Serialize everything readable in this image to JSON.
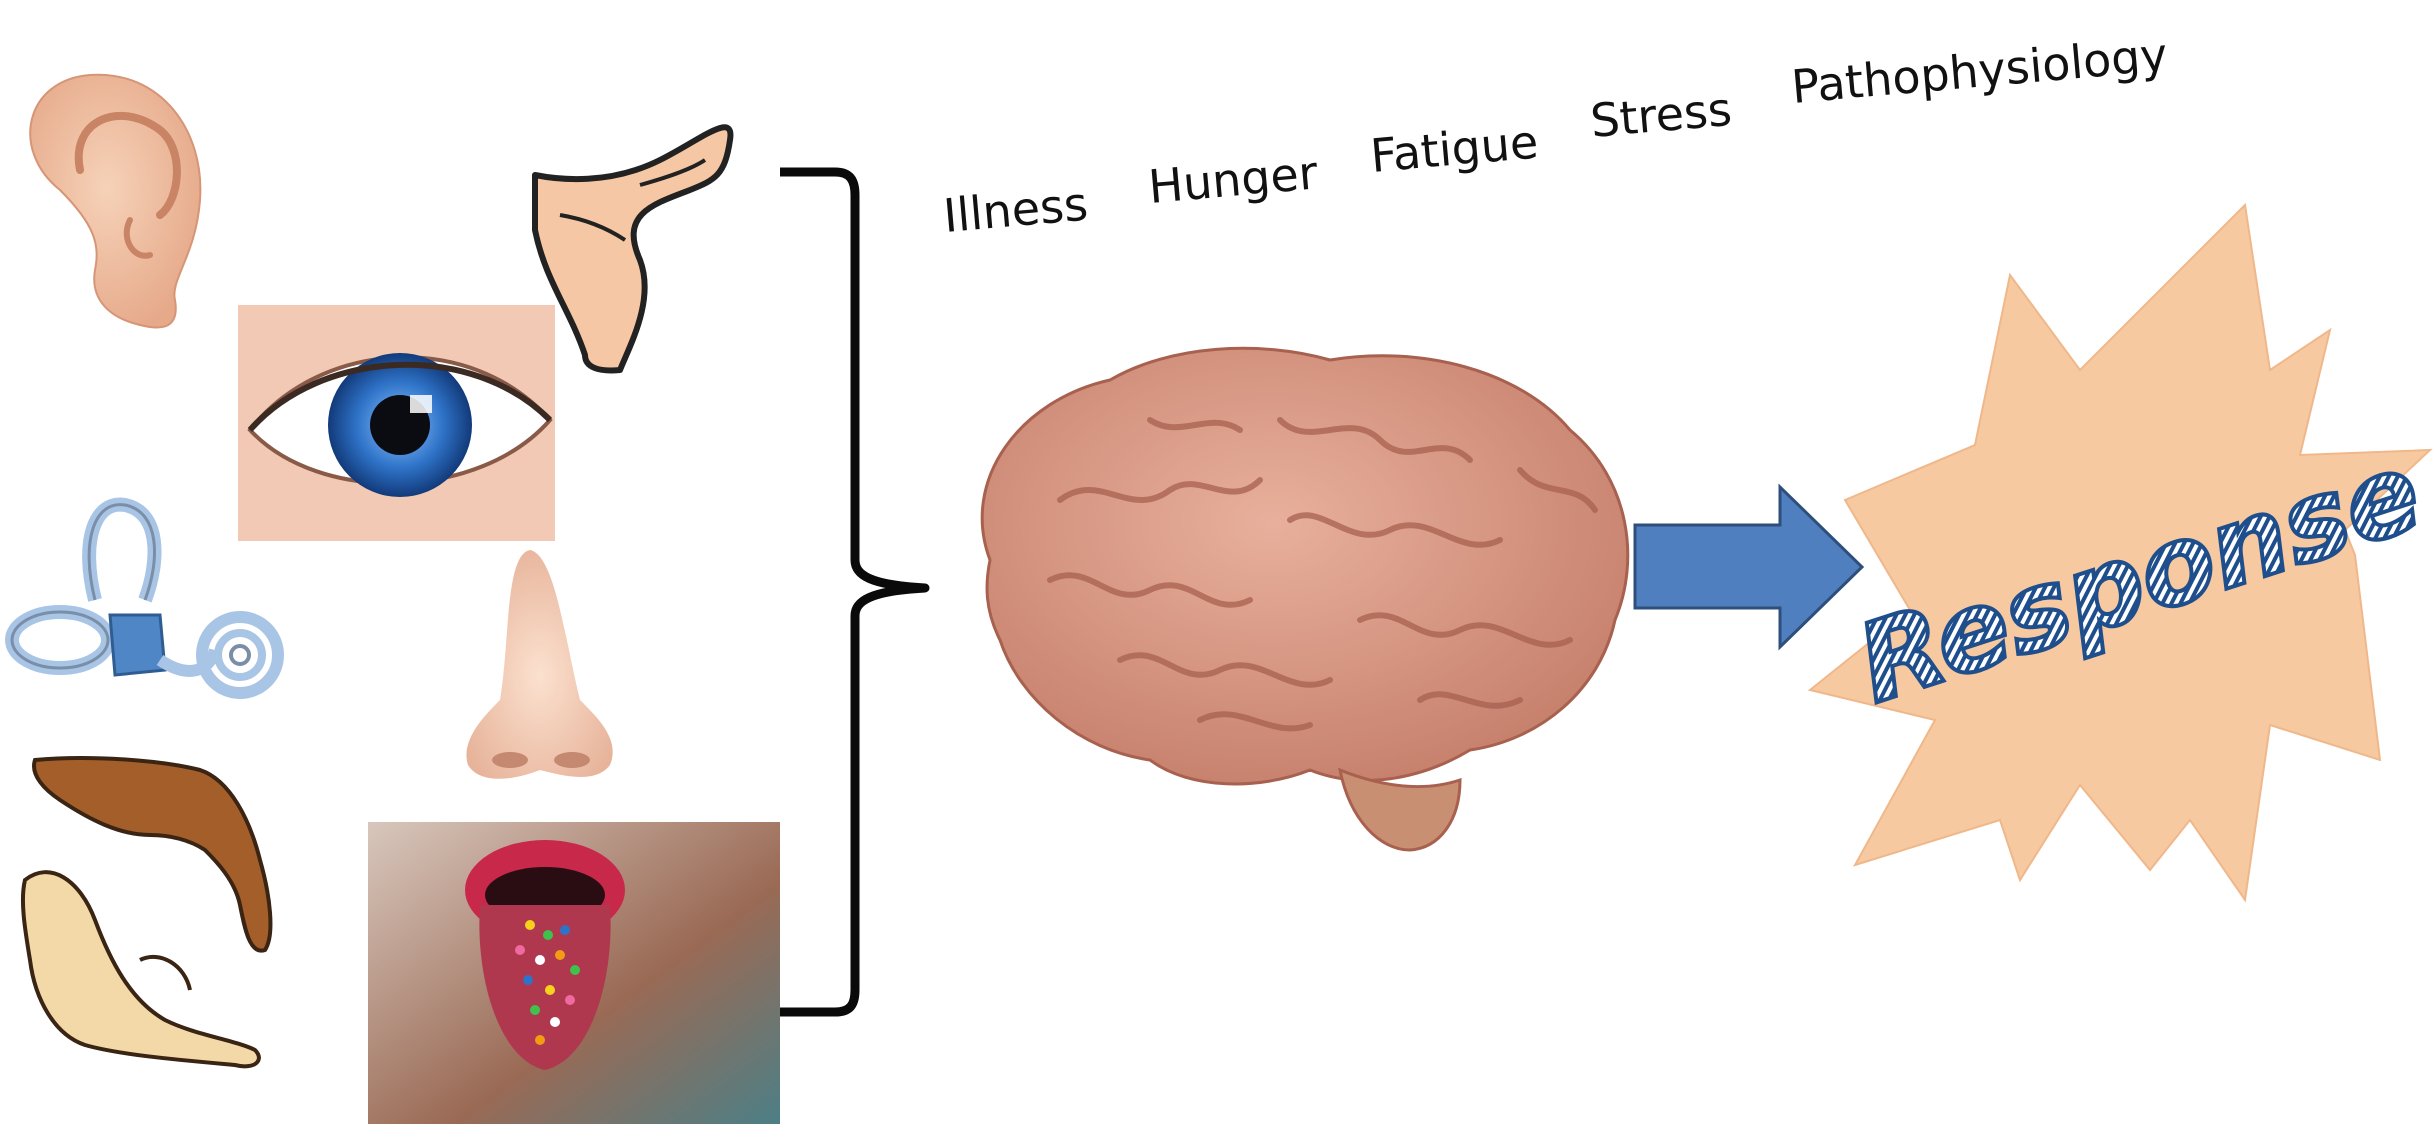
{
  "factors": {
    "illness": "Illness",
    "hunger": "Hunger",
    "fatigue": "Fatigue",
    "stress": "Stress",
    "pathophysiology": "Pathophysiology"
  },
  "response": {
    "label": "Response"
  },
  "icons": [
    "ear-icon",
    "eye-icon",
    "elbow-icon",
    "inner-ear-icon",
    "nose-icon",
    "hands-touch-icon",
    "tongue-icon",
    "brain-icon",
    "arrow-icon",
    "starburst-icon"
  ],
  "colors": {
    "skin": "#f3c9a6",
    "skin_shadow": "#d9a07c",
    "brain": "#d99a86",
    "brain_shadow": "#b8715f",
    "arrow": "#4f7fbf",
    "arrow_stroke": "#2e4f7c",
    "starburst": "#f7c9a0",
    "response_text": "#1f4e8c",
    "iris": "#2f73c8",
    "tongue": "#b0384e"
  }
}
